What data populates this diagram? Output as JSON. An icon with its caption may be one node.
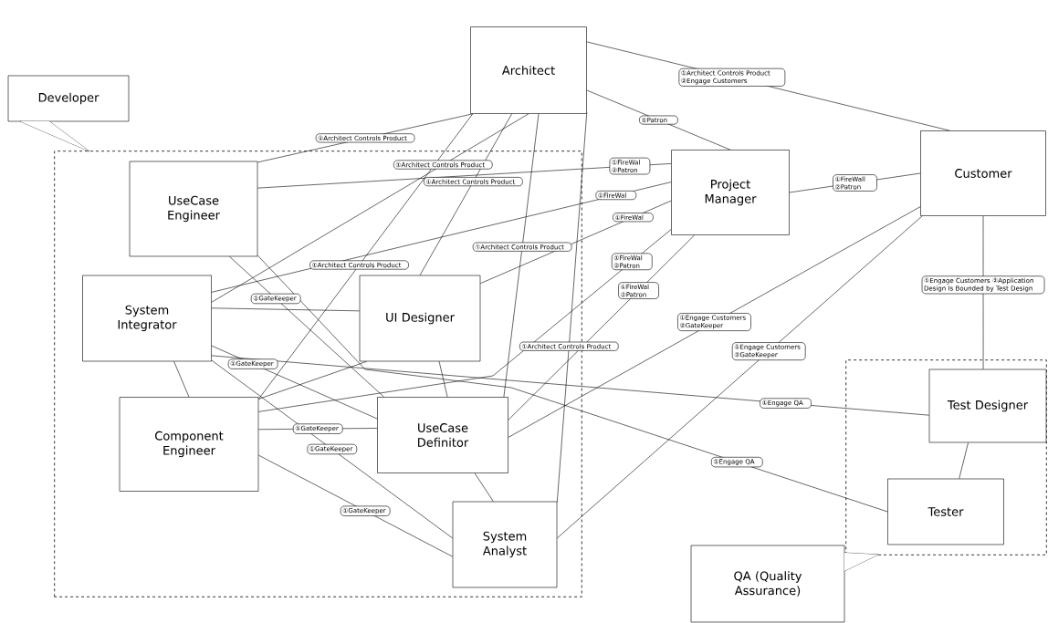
{
  "diagram": {
    "nodes": [
      {
        "text": [
          "Developer"
        ]
      },
      {
        "text": [],
        "shape": "box"
      },
      {
        "text": [
          "UseCase Engineer"
        ],
        "in": 1
      },
      {
        "text": [
          "System Integrator"
        ],
        "in": 1
      },
      {
        "text": [
          "UI Designer"
        ],
        "in": 1
      },
      {
        "text": [
          "Component Engineer"
        ],
        "in": 1
      },
      {
        "text": [
          "UseCase Definitor"
        ],
        "in": 1
      },
      {
        "text": [
          "System Analyst"
        ],
        "in": 1
      },
      {
        "text": [
          "Architect"
        ]
      },
      {
        "text": [
          "Project Manager"
        ]
      },
      {
        "text": [
          "Customer"
        ]
      },
      {
        "text": [
          "QA (Quality Assurance)"
        ]
      },
      {
        "text": [],
        "shape": "box"
      },
      {
        "text": [
          "Test Designer"
        ],
        "in": 12
      },
      {
        "text": [
          "Tester"
        ],
        "in": 12
      }
    ],
    "edges": [
      {
        "from": 8,
        "to": 2,
        "arrow": "none",
        "label": "①Architect Controls Product"
      },
      {
        "from": 8,
        "to": 3,
        "arrow": "none",
        "label": "①Architect Controls Product"
      },
      {
        "from": 8,
        "to": 4,
        "arrow": "none",
        "label": "①Architect Controls Product"
      },
      {
        "from": 8,
        "to": 5,
        "arrow": "none",
        "label": "①Architect Controls Product"
      },
      {
        "from": 8,
        "to": 6,
        "arrow": "none",
        "label": "①Architect Controls Product"
      },
      {
        "from": 8,
        "to": 7,
        "arrow": "none",
        "label": "①Architect Controls Product"
      },
      {
        "from": 8,
        "to": 9,
        "arrow": "none",
        "label": "①Patron"
      },
      {
        "from": 8,
        "to": 10,
        "arrow": "none",
        "label": "①Architect Controls Product ②Engage Customers"
      },
      {
        "from": 9,
        "to": 10,
        "arrow": "none",
        "label": "①FireWall ②Patron"
      },
      {
        "from": 9,
        "to": 2,
        "arrow": "none",
        "label": "①FireWal ②Patron"
      },
      {
        "from": 9,
        "to": 3,
        "arrow": "none",
        "label": "①FireWal"
      },
      {
        "from": 9,
        "to": 4,
        "arrow": "none",
        "label": "①FireWal"
      },
      {
        "from": 9,
        "to": 5,
        "arrow": "none",
        "label": "①FireWal ②Patron"
      },
      {
        "from": 9,
        "to": 6,
        "arrow": "none",
        "label": "①FireWal ②Patron"
      },
      {
        "from": 10,
        "to": 13,
        "arrow": "none",
        "label": "①Engage Customers ②Application Design Is Bounded by Test Design"
      },
      {
        "from": 10,
        "to": 6,
        "arrow": "none",
        "label": "①Engage Customers ②GateKeeper"
      },
      {
        "from": 10,
        "to": 7,
        "arrow": "none",
        "label": "①Engage Customers ②GateKeeper"
      },
      {
        "from": 3,
        "to": 13,
        "arrow": "none",
        "label": "①Engage QA"
      },
      {
        "from": 2,
        "to": 14,
        "arrow": "none",
        "label": "①Engage QA"
      },
      {
        "from": 13,
        "to": 14,
        "arrow": "none"
      },
      {
        "from": 3,
        "to": 5,
        "arrow": "none"
      },
      {
        "from": 4,
        "to": 5,
        "arrow": "none"
      },
      {
        "from": 3,
        "to": 4,
        "arrow": "none"
      },
      {
        "from": 4,
        "to": 6,
        "arrow": "none"
      },
      {
        "from": 6,
        "to": 7,
        "arrow": "none"
      },
      {
        "from": 3,
        "to": 6,
        "arrow": "none",
        "label": "①GateKeeper"
      },
      {
        "from": 2,
        "to": 6,
        "arrow": "none",
        "label": "①GateKeeper"
      },
      {
        "from": 5,
        "to": 6,
        "arrow": "none",
        "label": "①GateKeeper"
      },
      {
        "from": 3,
        "to": 7,
        "arrow": "none",
        "label": "①GateKeeper"
      },
      {
        "from": 5,
        "to": 7,
        "arrow": "none",
        "label": "①GateKeeper"
      }
    ]
  }
}
